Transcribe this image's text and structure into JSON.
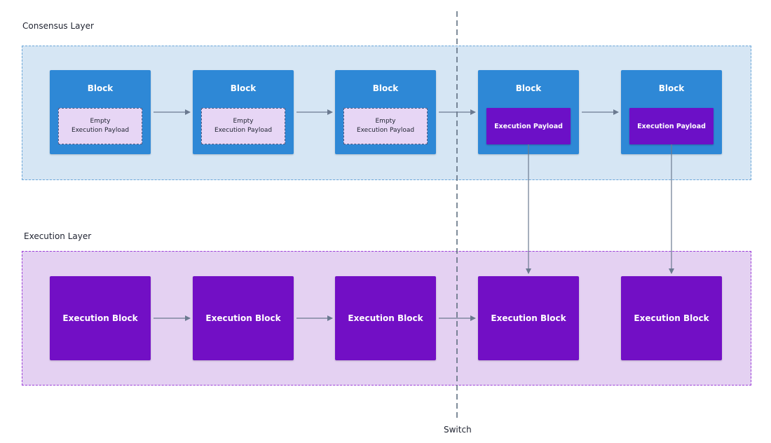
{
  "layers": {
    "consensus": {
      "label": "Consensus Layer"
    },
    "execution": {
      "label": "Execution Layer"
    }
  },
  "switch": {
    "label": "Switch"
  },
  "consensus_blocks": [
    {
      "title": "Block",
      "payload": {
        "type": "empty",
        "line1": "Empty",
        "line2": "Execution Payload"
      }
    },
    {
      "title": "Block",
      "payload": {
        "type": "empty",
        "line1": "Empty",
        "line2": "Execution Payload"
      }
    },
    {
      "title": "Block",
      "payload": {
        "type": "empty",
        "line1": "Empty",
        "line2": "Execution Payload"
      }
    },
    {
      "title": "Block",
      "payload": {
        "type": "full",
        "line1": "Execution Payload"
      }
    },
    {
      "title": "Block",
      "payload": {
        "type": "full",
        "line1": "Execution Payload"
      }
    }
  ],
  "execution_blocks": [
    {
      "label": "Execution Block"
    },
    {
      "label": "Execution Block"
    },
    {
      "label": "Execution Block"
    },
    {
      "label": "Execution Block"
    },
    {
      "label": "Execution Block"
    }
  ],
  "colors": {
    "consensus_block": "#2e88d6",
    "execution_block": "#720fc5",
    "arrow": "#6b7a90",
    "switch_line": "#5f6f80"
  }
}
